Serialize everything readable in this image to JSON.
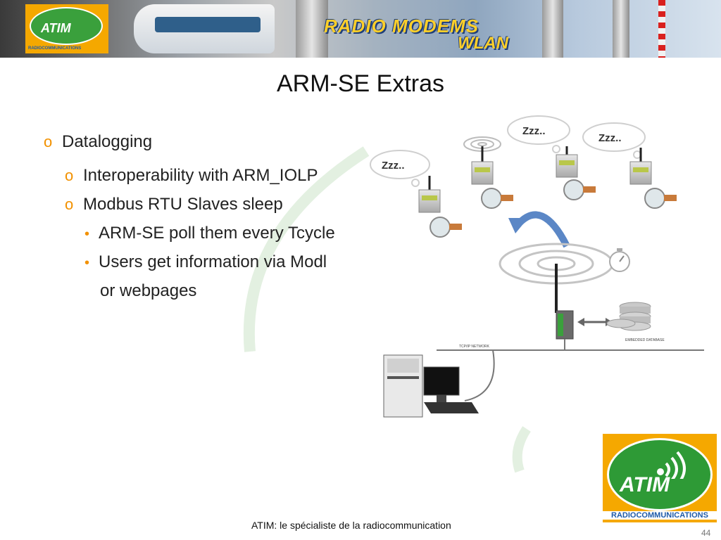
{
  "banner": {
    "logo_text": "ATIM",
    "logo_sub": "RADIOCOMMUNICATIONS",
    "title": "RADIO MODEMS",
    "subtitle": "WLAN"
  },
  "slide": {
    "title": "ARM-SE Extras",
    "bullets": [
      {
        "text": "Datalogging"
      },
      {
        "text": "Interoperability with ARM_IOLP"
      },
      {
        "text": "Modbus RTU Slaves sleep"
      },
      {
        "text": "ARM-SE poll them every Tcycle"
      },
      {
        "text": "Users get information via Modl"
      },
      {
        "text": "or webpages"
      }
    ]
  },
  "diagram": {
    "sleep_labels": [
      "Zzz..",
      "Zzz..",
      "Zzz.."
    ],
    "network_label": "TCP/IP NETWORK",
    "database_label": "EMBEDDED DATABASE"
  },
  "footer": {
    "text": "ATIM: le spécialiste de la radiocommunication",
    "page": "44"
  },
  "logo": {
    "text": "ATIM",
    "sub": "RADIOCOMMUNICATIONS"
  },
  "colors": {
    "orange": "#f29100",
    "green": "#3aa03c",
    "logo_bg": "#f5a800"
  }
}
